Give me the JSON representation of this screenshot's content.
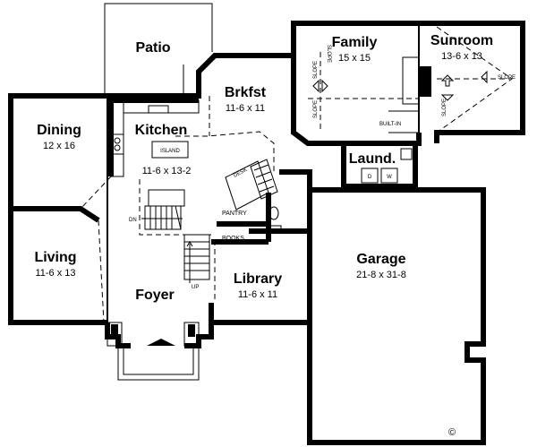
{
  "rooms": {
    "patio": {
      "name": "Patio"
    },
    "brkfst": {
      "name": "Brkfst",
      "dims": "11-6 x 11"
    },
    "family": {
      "name": "Family",
      "dims": "15 x 15"
    },
    "sunroom": {
      "name": "Sunroom",
      "dims": "13-6 x 13"
    },
    "dining": {
      "name": "Dining",
      "dims": "12 x 16"
    },
    "kitchen": {
      "name": "Kitchen",
      "dims": "11-6 x 13-2"
    },
    "laund": {
      "name": "Laund."
    },
    "living": {
      "name": "Living",
      "dims": "11-6 x 13"
    },
    "garage": {
      "name": "Garage",
      "dims": "21-8 x 31-8"
    },
    "library": {
      "name": "Library",
      "dims": "11-6 x 11"
    },
    "foyer": {
      "name": "Foyer"
    }
  },
  "labels": {
    "island": "ISLAND",
    "desk": "DESK",
    "pantry": "PANTRY",
    "books": "BOOKS",
    "built_in": "BUILT-IN",
    "dn": "DN",
    "up": "UP",
    "slope": "SLOPE",
    "washer": "W",
    "dryer": "D",
    "copyright": "©"
  }
}
